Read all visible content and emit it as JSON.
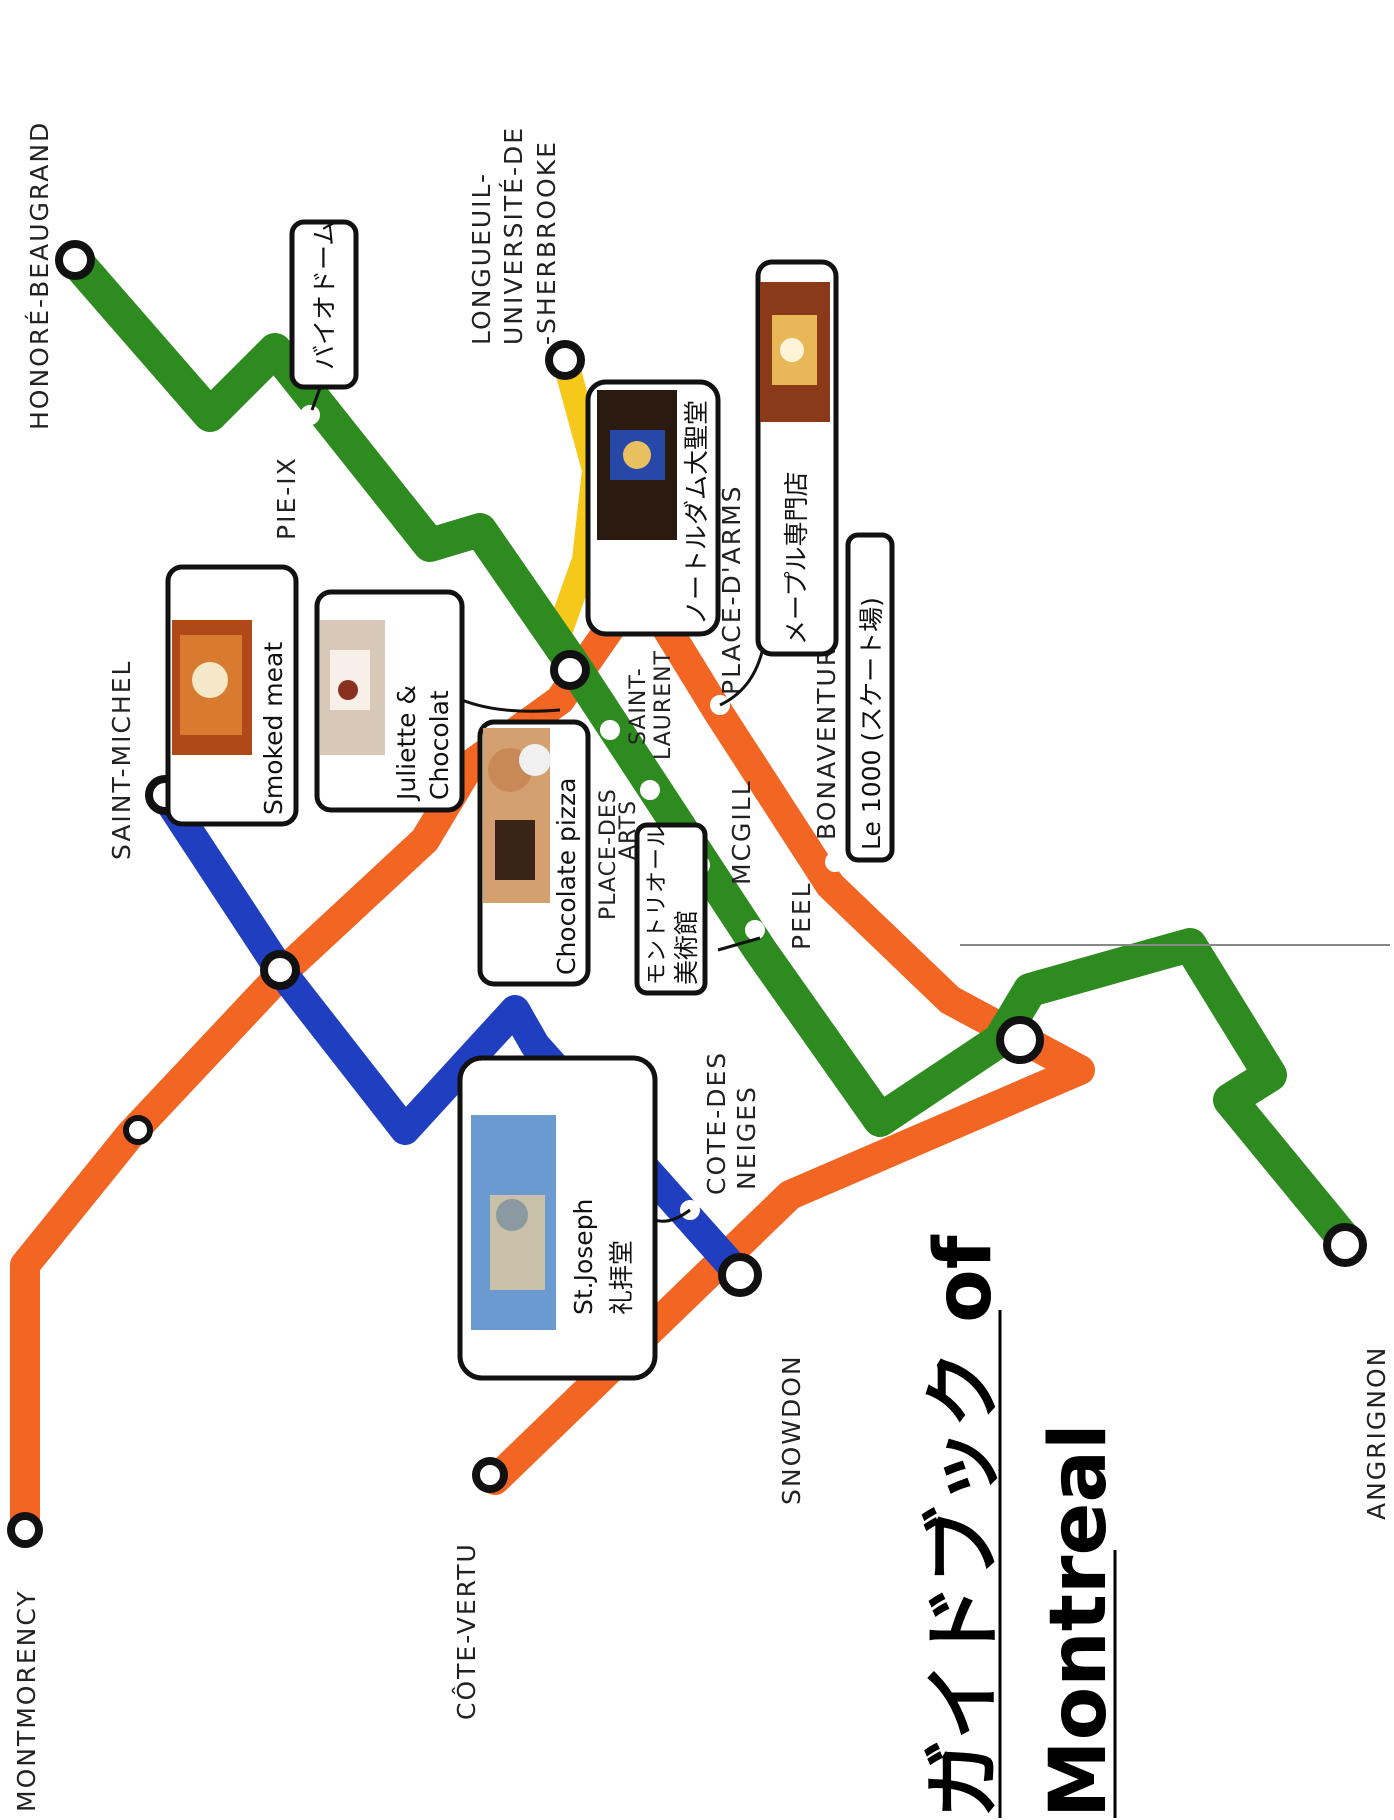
{
  "map": {
    "title_line1": "ガイドブック of",
    "title_line2": "Montreal",
    "line_colors": {
      "green": "#2e8b1f",
      "orange": "#f26522",
      "blue": "#1f3fc0",
      "yellow": "#f6c81a"
    },
    "stations": {
      "honore_beaugrand": "HONORÉ-BEAUGRAND",
      "longueuil_1": "LONGUEUIL-",
      "longueuil_2": "UNIVERSITÉ-DE",
      "longueuil_3": "-SHERBROOKE",
      "pie_ix": "PIE-IX",
      "saint_michel": "SAINT-MICHEL",
      "saint_laurent_1": "SAINT-",
      "saint_laurent_2": "LAURENT",
      "place_des_arts_1": "PLACE-DES",
      "place_des_arts_2": "ARTS",
      "mcgill": "MCGILL",
      "peel": "PEEL",
      "place_darms": "PLACE-D'ARMS",
      "bonaventure_1": "BONAVENTURE",
      "cote_des_neiges_1": "COTE-DES",
      "cote_des_neiges_2": "NEIGES",
      "snowdon": "SNOWDON",
      "cote_vertu": "CÔTE-VERTU",
      "montmorency": "MONTMORENCY",
      "angrignon": "ANGRIGNON"
    },
    "notes": {
      "biodome": "バイオドーム",
      "notre_dame": "ノートルダム大聖堂",
      "maple": "メープル専門店",
      "le1000": "Le 1000 (スケート場)",
      "smoked_meat": "Smoked meat",
      "juliette_1": "Juliette &",
      "juliette_2": "Chocolat",
      "choc_pizza": "Chocolate pizza",
      "museum_1": "モントリオール",
      "museum_2": "美術館",
      "st_joseph_1": "St.Joseph",
      "st_joseph_2": "礼拝堂"
    }
  }
}
